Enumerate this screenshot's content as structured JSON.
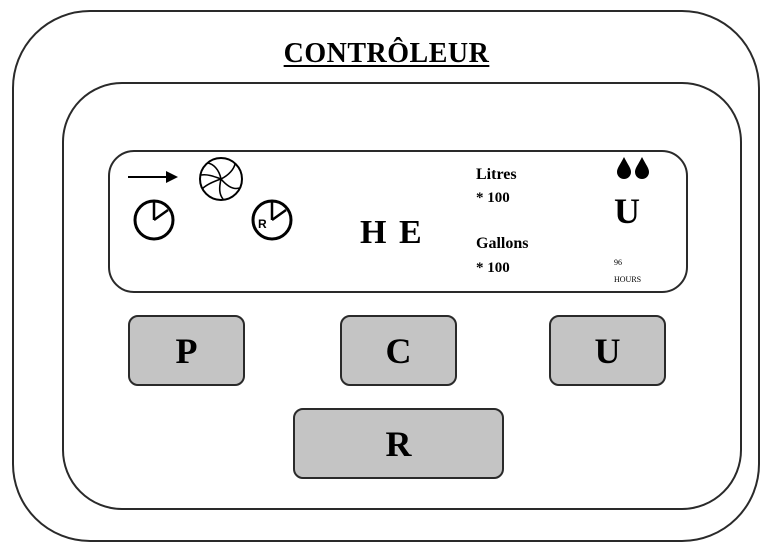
{
  "title": "CONTRÔLEUR",
  "display": {
    "code": "H E",
    "litres_label": "Litres",
    "litres_multiplier": "* 100",
    "gallons_label": "Gallons",
    "gallons_multiplier": "* 100",
    "usage_letter": "U",
    "hours_value": "96",
    "hours_label": "HOURS",
    "regen_clock_letter": "R",
    "icons": [
      "flow-arrow-icon",
      "turbine-icon",
      "clock-icon",
      "regeneration-clock-icon",
      "water-drops-icon"
    ]
  },
  "buttons": {
    "p_label": "P",
    "c_label": "C",
    "u_label": "U",
    "r_label": "R"
  },
  "colors": {
    "button_fill": "#c4c4c4",
    "outline": "#2a2a2a",
    "background": "#ffffff"
  }
}
